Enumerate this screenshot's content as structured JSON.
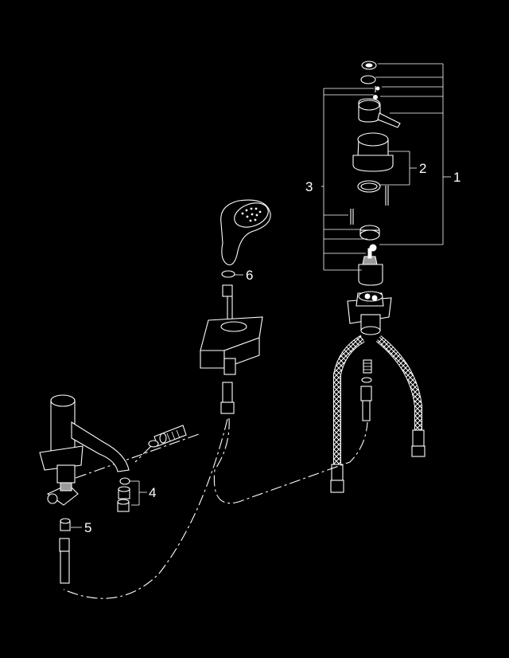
{
  "callouts": [
    {
      "id": "callout-1",
      "text": "1"
    },
    {
      "id": "callout-2",
      "text": "2"
    },
    {
      "id": "callout-3",
      "text": "3"
    },
    {
      "id": "callout-4",
      "text": "4"
    },
    {
      "id": "callout-5",
      "text": "5"
    },
    {
      "id": "callout-6",
      "text": "6"
    }
  ],
  "colors": {
    "background": "#000000",
    "line": "#ffffff",
    "shade": "#9a9a9a"
  }
}
